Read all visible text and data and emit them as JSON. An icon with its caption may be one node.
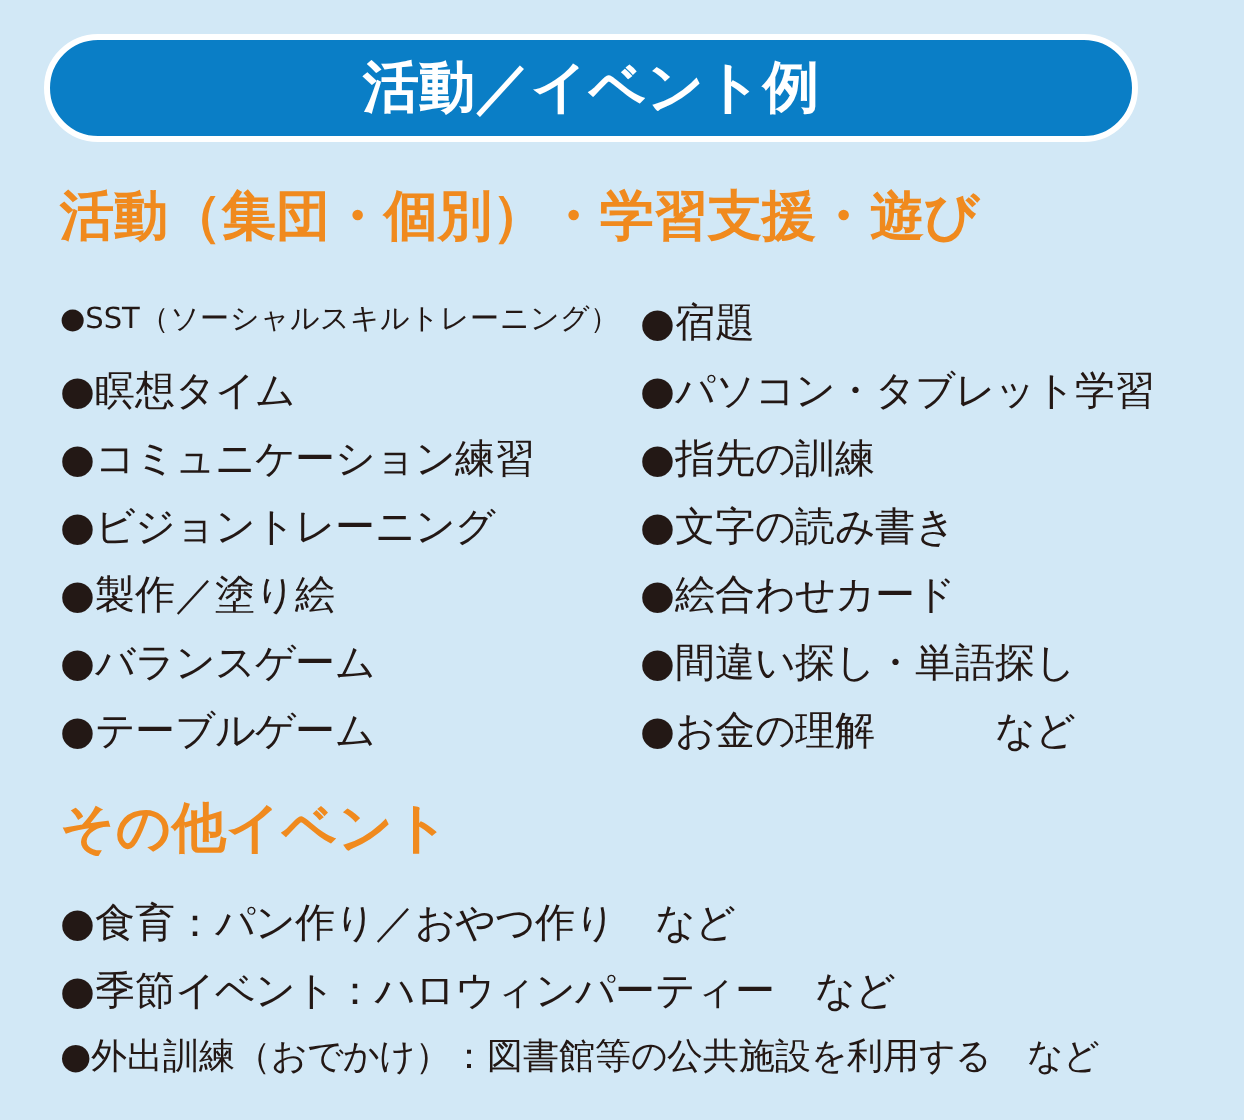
{
  "diagram": {
    "title": "活動／イベント例",
    "labels": [
      "活動（集団・個別）・学習支援・遊び",
      "●SST（ソーシャルスキルトレーニング）",
      "●瞑想タイム",
      "●コミュニケーション練習",
      "●ビジョントレーニング",
      "●製作／塗り絵",
      "●バランスゲーム",
      "●テーブルゲーム",
      "●宿題",
      "●パソコン・タブレット学習",
      "●指先の訓練",
      "●文字の読み書き",
      "●絵合わせカード",
      "●間違い探し・単語探し",
      "●お金の理解　　　など",
      "その他イベント",
      "●食育：パン作り／おやつ作り　など",
      "●季節イベント：ハロウィンパーティー　など",
      "●外出訓練（おでかけ）：図書館等の公共施設を利用する　など"
    ]
  }
}
